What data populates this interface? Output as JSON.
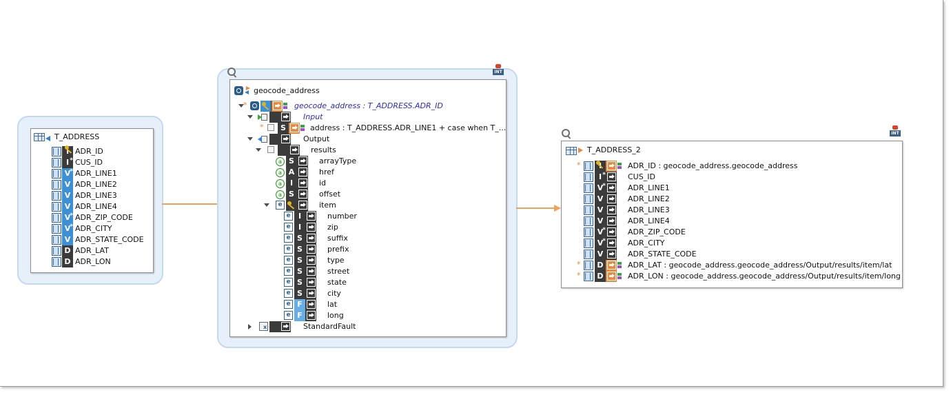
{
  "source_table": {
    "name": "T_ADDRESS",
    "columns": [
      {
        "name": "ADR_ID",
        "type": "I",
        "key": true
      },
      {
        "name": "CUS_ID",
        "type": "I",
        "mandatory": true
      },
      {
        "name": "ADR_LINE1",
        "type": "V",
        "mandatory": true
      },
      {
        "name": "ADR_LINE2",
        "type": "V"
      },
      {
        "name": "ADR_LINE3",
        "type": "V"
      },
      {
        "name": "ADR_LINE4",
        "type": "V"
      },
      {
        "name": "ADR_ZIP_CODE",
        "type": "V",
        "mandatory": true
      },
      {
        "name": "ADR_CITY",
        "type": "V",
        "mandatory": true
      },
      {
        "name": "ADR_STATE_CODE",
        "type": "V"
      },
      {
        "name": "ADR_LAT",
        "type": "D"
      },
      {
        "name": "ADR_LON",
        "type": "D"
      }
    ]
  },
  "service": {
    "name": "geocode_address",
    "operation": "geocode_address : T_ADDRESS.ADR_ID",
    "input_label": "Input",
    "address_param": {
      "type": "S",
      "expr": "address : T_ADDRESS.ADR_LINE1 + case when T_..."
    },
    "output_label": "Output",
    "results_label": "results",
    "result_attrs": [
      {
        "type": "S",
        "name": "arrayType"
      },
      {
        "type": "A",
        "name": "href"
      },
      {
        "type": "I",
        "name": "id"
      },
      {
        "type": "S",
        "name": "offset"
      }
    ],
    "item_label": "item",
    "item_elements": [
      {
        "type": "I",
        "name": "number"
      },
      {
        "type": "I",
        "name": "zip"
      },
      {
        "type": "S",
        "name": "suffix"
      },
      {
        "type": "S",
        "name": "prefix"
      },
      {
        "type": "S",
        "name": "type"
      },
      {
        "type": "S",
        "name": "street"
      },
      {
        "type": "S",
        "name": "state"
      },
      {
        "type": "S",
        "name": "city"
      },
      {
        "type": "F",
        "name": "lat"
      },
      {
        "type": "F",
        "name": "long"
      }
    ],
    "fault_label": "StandardFault",
    "element_badge": "e",
    "attr_badge": "a"
  },
  "target_table": {
    "name": "T_ADDRESS_2",
    "int_label": "INT",
    "columns": [
      {
        "type": "I",
        "label": "ADR_ID : geocode_address.geocode_address",
        "mapped": true
      },
      {
        "type": "I",
        "label": "CUS_ID"
      },
      {
        "type": "V",
        "label": "ADR_LINE1"
      },
      {
        "type": "V",
        "label": "ADR_LINE2"
      },
      {
        "type": "V",
        "label": "ADR_LINE3"
      },
      {
        "type": "V",
        "label": "ADR_LINE4"
      },
      {
        "type": "V",
        "label": "ADR_ZIP_CODE"
      },
      {
        "type": "V",
        "label": "ADR_CITY"
      },
      {
        "type": "V",
        "label": "ADR_STATE_CODE"
      },
      {
        "type": "D",
        "label": "ADR_LAT : geocode_address.geocode_address/Output/results/item/lat",
        "mapped": true
      },
      {
        "type": "D",
        "label": "ADR_LON : geocode_address.geocode_address/Output/results/item/long",
        "mapped": true
      }
    ]
  },
  "colors": {
    "accent": "#f0a15a",
    "badge_dark": "#3b3b3b",
    "badge_blue": "#3d8fd6",
    "halo": "#e6f0fb"
  },
  "icons": [
    "table-icon",
    "column-icon",
    "key-icon",
    "magnifier-icon",
    "int-icon",
    "gear-icon",
    "map-icon",
    "input-icon",
    "output-icon",
    "fault-icon"
  ]
}
